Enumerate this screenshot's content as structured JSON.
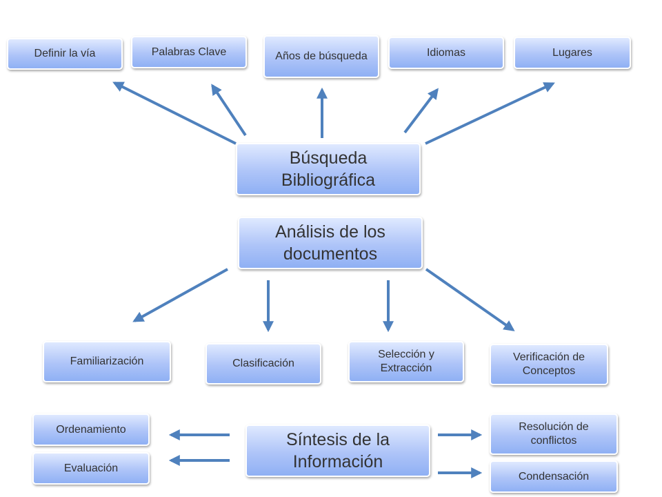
{
  "colors": {
    "arrow": "#4f81bd",
    "box_top": "#dfe9ff",
    "box_bottom": "#8fb0f4",
    "text": "#333333"
  },
  "busqueda": {
    "title": "Búsqueda Bibliográfica",
    "children": [
      "Definir la vía",
      "Palabras Clave",
      "Años de búsqueda",
      "Idiomas",
      "Lugares"
    ]
  },
  "analisis": {
    "title": "Análisis de los documentos",
    "children": [
      "Familiarización",
      "Clasificación",
      "Selección y Extracción",
      "Verificación de Conceptos"
    ]
  },
  "sintesis": {
    "title": "Síntesis de la Información",
    "left_children": [
      "Ordenamiento",
      "Evaluación"
    ],
    "right_children": [
      "Resolución de conflictos",
      "Condensación"
    ]
  }
}
